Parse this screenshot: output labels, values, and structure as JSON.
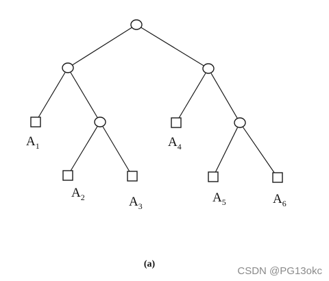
{
  "diagram": {
    "nodes": [
      {
        "id": "root",
        "kind": "inner"
      },
      {
        "id": "n1",
        "kind": "inner"
      },
      {
        "id": "n2",
        "kind": "inner"
      },
      {
        "id": "n3",
        "kind": "inner"
      },
      {
        "id": "n4",
        "kind": "inner"
      },
      {
        "id": "A1",
        "kind": "leaf",
        "letter": "A",
        "sub": "1"
      },
      {
        "id": "A2",
        "kind": "leaf",
        "letter": "A",
        "sub": "2"
      },
      {
        "id": "A3",
        "kind": "leaf",
        "letter": "A",
        "sub": "3"
      },
      {
        "id": "A4",
        "kind": "leaf",
        "letter": "A",
        "sub": "4"
      },
      {
        "id": "A5",
        "kind": "leaf",
        "letter": "A",
        "sub": "5"
      },
      {
        "id": "A6",
        "kind": "leaf",
        "letter": "A",
        "sub": "6"
      }
    ],
    "edges": [
      [
        "root",
        "n1"
      ],
      [
        "root",
        "n2"
      ],
      [
        "n1",
        "A1"
      ],
      [
        "n1",
        "n3"
      ],
      [
        "n3",
        "A2"
      ],
      [
        "n3",
        "A3"
      ],
      [
        "n2",
        "A4"
      ],
      [
        "n2",
        "n4"
      ],
      [
        "n4",
        "A5"
      ],
      [
        "n4",
        "A6"
      ]
    ],
    "caption": "(a)"
  },
  "watermark": "CSDN @PG13okc"
}
